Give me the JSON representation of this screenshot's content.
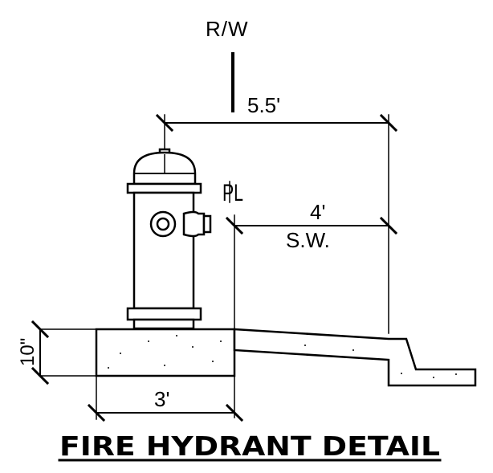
{
  "drawing": {
    "title": "FIRE HYDRANT DETAIL",
    "labels": {
      "right_of_way": "R/W",
      "property_line": "PL",
      "sidewalk": "S.W."
    },
    "dimensions": {
      "hydrant_to_curb": "5.5'",
      "sidewalk_width": "4'",
      "pad_width": "3'",
      "pad_thickness": "10\""
    }
  }
}
